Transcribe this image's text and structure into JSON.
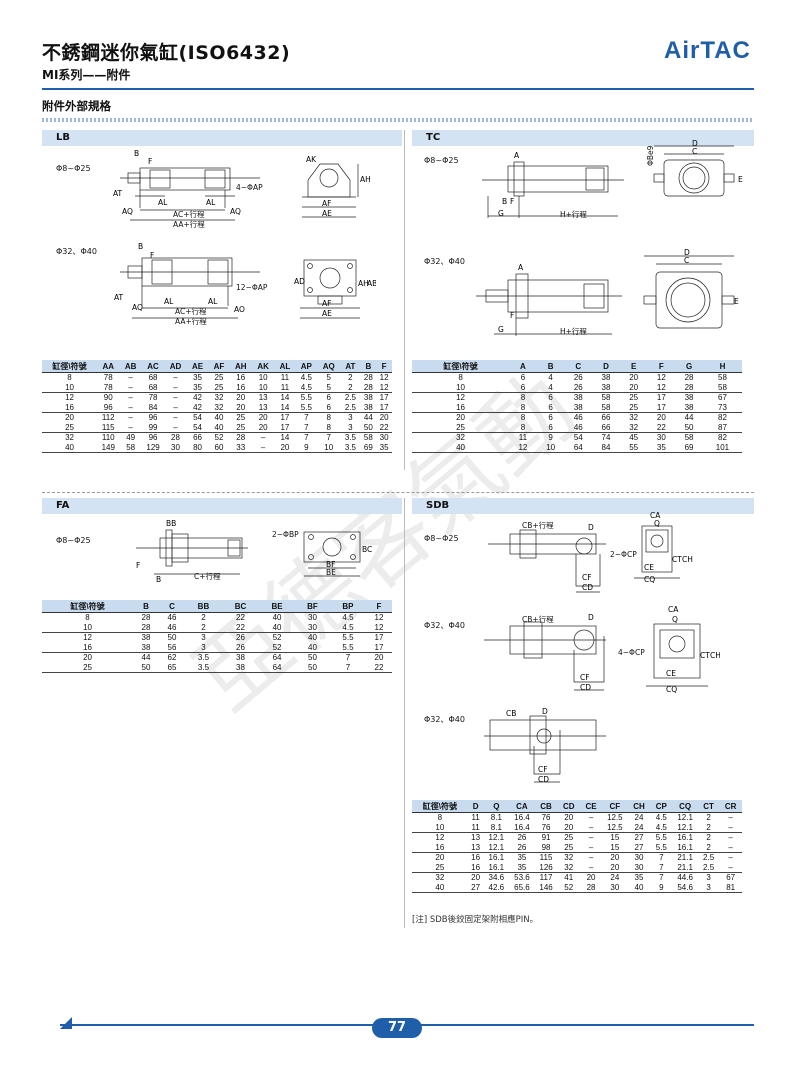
{
  "header": {
    "title": "不銹鋼迷你氣缸(ISO6432)",
    "subtitle": "MI系列——附件",
    "brand": "AirTAC",
    "brand_color": "#1f5ea8"
  },
  "section_heading": "附件外部規格",
  "LB": {
    "tag": "LB",
    "size_a": "Φ8~Φ25",
    "size_b": "Φ32、Φ40",
    "headers": [
      "缸徑\\符號",
      "AA",
      "AB",
      "AC",
      "AD",
      "AE",
      "AF",
      "AH",
      "AK",
      "AL",
      "AP",
      "AQ",
      "AT",
      "B",
      "F"
    ],
    "rows": [
      [
        "8",
        "78",
        "–",
        "68",
        "–",
        "35",
        "25",
        "16",
        "10",
        "11",
        "4.5",
        "5",
        "2",
        "28",
        "12"
      ],
      [
        "10",
        "78",
        "–",
        "68",
        "–",
        "35",
        "25",
        "16",
        "10",
        "11",
        "4.5",
        "5",
        "2",
        "28",
        "12"
      ],
      [
        "12",
        "90",
        "–",
        "78",
        "–",
        "42",
        "32",
        "20",
        "13",
        "14",
        "5.5",
        "6",
        "2.5",
        "38",
        "17"
      ],
      [
        "16",
        "96",
        "–",
        "84",
        "–",
        "42",
        "32",
        "20",
        "13",
        "14",
        "5.5",
        "6",
        "2.5",
        "38",
        "17"
      ],
      [
        "20",
        "112",
        "–",
        "96",
        "–",
        "54",
        "40",
        "25",
        "20",
        "17",
        "7",
        "8",
        "3",
        "44",
        "20"
      ],
      [
        "25",
        "115",
        "–",
        "99",
        "–",
        "54",
        "40",
        "25",
        "20",
        "17",
        "7",
        "8",
        "3",
        "50",
        "22"
      ],
      [
        "32",
        "110",
        "49",
        "96",
        "28",
        "66",
        "52",
        "28",
        "–",
        "14",
        "7",
        "7",
        "3.5",
        "58",
        "30"
      ],
      [
        "40",
        "149",
        "58",
        "129",
        "30",
        "80",
        "60",
        "33",
        "–",
        "20",
        "9",
        "10",
        "3.5",
        "69",
        "35"
      ]
    ]
  },
  "TC": {
    "tag": "TC",
    "size_a": "Φ8~Φ25",
    "size_b": "Φ32、Φ40",
    "headers": [
      "缸徑\\符號",
      "A",
      "B",
      "C",
      "D",
      "E",
      "F",
      "G",
      "H"
    ],
    "rows": [
      [
        "8",
        "6",
        "4",
        "26",
        "38",
        "20",
        "12",
        "28",
        "58"
      ],
      [
        "10",
        "6",
        "4",
        "26",
        "38",
        "20",
        "12",
        "28",
        "58"
      ],
      [
        "12",
        "8",
        "6",
        "38",
        "58",
        "25",
        "17",
        "38",
        "67"
      ],
      [
        "16",
        "8",
        "6",
        "38",
        "58",
        "25",
        "17",
        "38",
        "73"
      ],
      [
        "20",
        "8",
        "6",
        "46",
        "66",
        "32",
        "20",
        "44",
        "82"
      ],
      [
        "25",
        "8",
        "6",
        "46",
        "66",
        "32",
        "22",
        "50",
        "87"
      ],
      [
        "32",
        "11",
        "9",
        "54",
        "74",
        "45",
        "30",
        "58",
        "82"
      ],
      [
        "40",
        "12",
        "10",
        "64",
        "84",
        "55",
        "35",
        "69",
        "101"
      ]
    ]
  },
  "FA": {
    "tag": "FA",
    "size_a": "Φ8~Φ25",
    "headers": [
      "缸徑\\符號",
      "B",
      "C",
      "BB",
      "BC",
      "BE",
      "BF",
      "BP",
      "F"
    ],
    "rows": [
      [
        "8",
        "28",
        "46",
        "2",
        "22",
        "40",
        "30",
        "4.5",
        "12"
      ],
      [
        "10",
        "28",
        "46",
        "2",
        "22",
        "40",
        "30",
        "4.5",
        "12"
      ],
      [
        "12",
        "38",
        "50",
        "3",
        "26",
        "52",
        "40",
        "5.5",
        "17"
      ],
      [
        "16",
        "38",
        "56",
        "3",
        "26",
        "52",
        "40",
        "5.5",
        "17"
      ],
      [
        "20",
        "44",
        "62",
        "3.5",
        "38",
        "64",
        "50",
        "7",
        "20"
      ],
      [
        "25",
        "50",
        "65",
        "3.5",
        "38",
        "64",
        "50",
        "7",
        "22"
      ]
    ]
  },
  "SDB": {
    "tag": "SDB",
    "size_a": "Φ8~Φ25",
    "size_b": "Φ32、Φ40",
    "size_c": "Φ32、Φ40",
    "headers": [
      "缸徑\\符號",
      "D",
      "Q",
      "CA",
      "CB",
      "CD",
      "CE",
      "CF",
      "CH",
      "CP",
      "CQ",
      "CT",
      "CR"
    ],
    "rows": [
      [
        "8",
        "11",
        "8.1",
        "16.4",
        "76",
        "20",
        "–",
        "12.5",
        "24",
        "4.5",
        "12.1",
        "2",
        "–"
      ],
      [
        "10",
        "11",
        "8.1",
        "16.4",
        "76",
        "20",
        "–",
        "12.5",
        "24",
        "4.5",
        "12.1",
        "2",
        "–"
      ],
      [
        "12",
        "13",
        "12.1",
        "26",
        "91",
        "25",
        "–",
        "15",
        "27",
        "5.5",
        "16.1",
        "2",
        "–"
      ],
      [
        "16",
        "13",
        "12.1",
        "26",
        "98",
        "25",
        "–",
        "15",
        "27",
        "5.5",
        "16.1",
        "2",
        "–"
      ],
      [
        "20",
        "16",
        "16.1",
        "35",
        "115",
        "32",
        "–",
        "20",
        "30",
        "7",
        "21.1",
        "2.5",
        "–"
      ],
      [
        "25",
        "16",
        "16.1",
        "35",
        "126",
        "32",
        "–",
        "20",
        "30",
        "7",
        "21.1",
        "2.5",
        "–"
      ],
      [
        "32",
        "20",
        "34.6",
        "53.6",
        "117",
        "41",
        "20",
        "24",
        "35",
        "7",
        "44.6",
        "3",
        "67"
      ],
      [
        "40",
        "27",
        "42.6",
        "65.6",
        "146",
        "52",
        "28",
        "30",
        "40",
        "9",
        "54.6",
        "3",
        "81"
      ]
    ],
    "note": "[注] SDB後鉸固定架附相應PIN。"
  },
  "labels": {
    "lb_stroke1": "AC+行程",
    "lb_stroke2": "AA+行程",
    "tc_stroke": "H+行程",
    "fa_stroke": "C+行程",
    "sdb_stroke": "CB+行程",
    "lb_ap1": "4−ΦAP",
    "lb_ap2": "12−ΦAP",
    "fa_bp": "2−ΦBP",
    "sdb_cp1": "2−ΦCP",
    "sdb_cp2": "4−ΦCP",
    "tc_be9": "ΦBe9"
  },
  "watermark": "亞德客氣動",
  "page_number": "77"
}
